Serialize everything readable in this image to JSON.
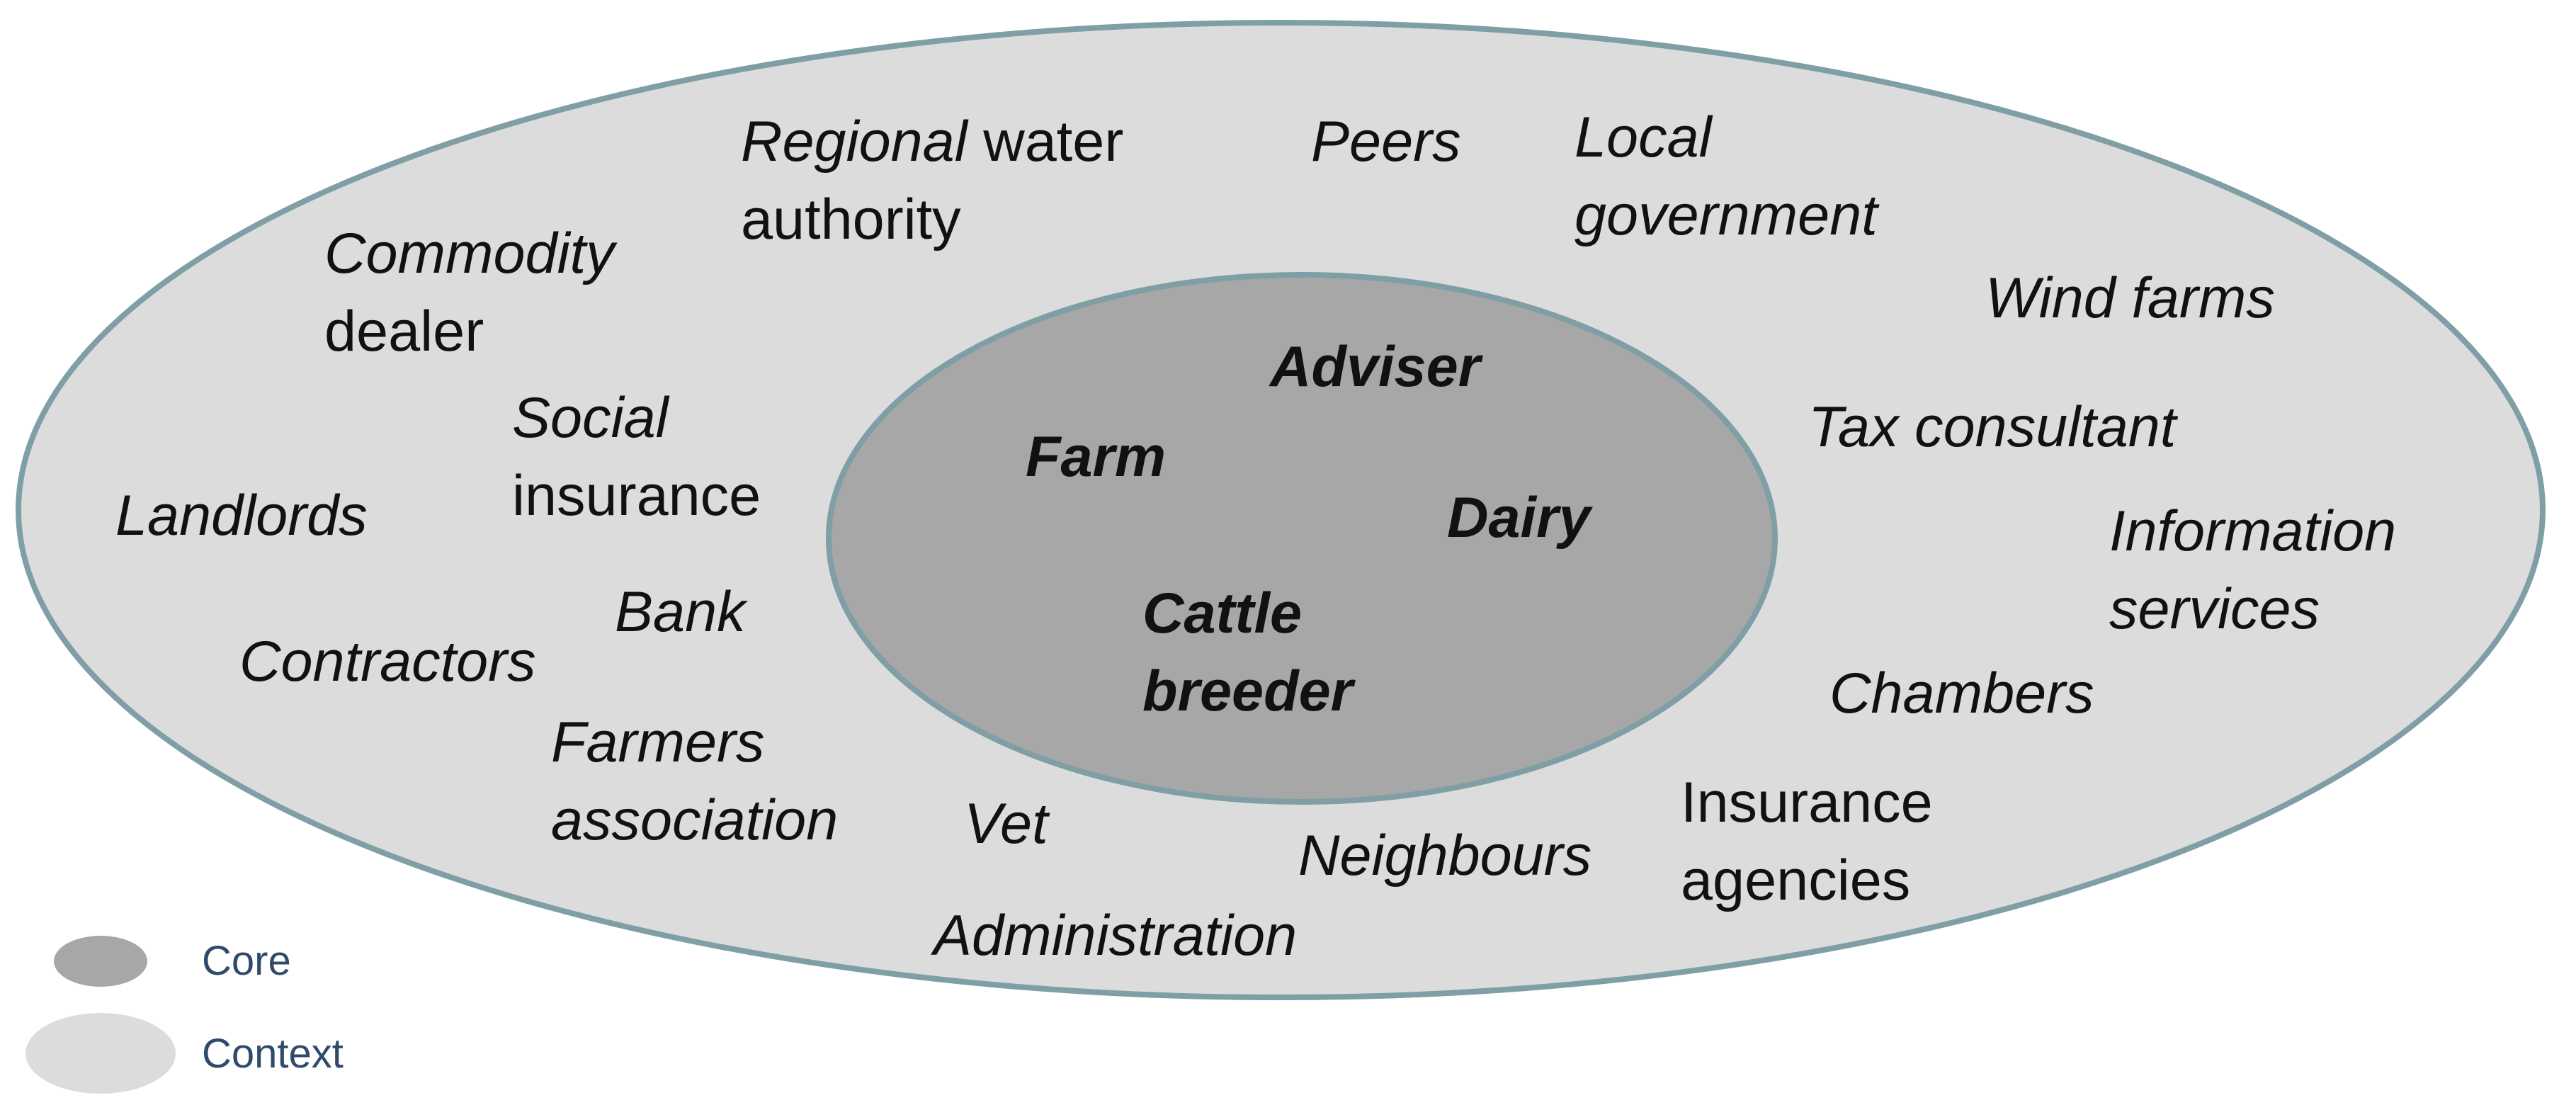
{
  "diagram": {
    "colors": {
      "context_fill": "#dcdcdc",
      "core_fill": "#a7a7a7",
      "ellipse_stroke": "#7f9ea5",
      "text": "#111111",
      "legend_text": "#2f4a6b"
    },
    "core_labels": [
      {
        "lines": [
          "Adviser"
        ]
      },
      {
        "lines": [
          "Farm"
        ]
      },
      {
        "lines": [
          "Dairy"
        ]
      },
      {
        "lines": [
          "Cattle",
          "breeder"
        ]
      }
    ],
    "context_labels": [
      {
        "lines": [
          "Regional water",
          "authority"
        ],
        "italic_prefix": "Regional",
        "roman_suffix": " water"
      },
      {
        "lines": [
          "Peers"
        ]
      },
      {
        "lines": [
          "Local",
          "government"
        ]
      },
      {
        "lines": [
          "Commodity",
          "dealer"
        ]
      },
      {
        "lines": [
          "Wind farms"
        ]
      },
      {
        "lines": [
          "Social",
          "insurance"
        ]
      },
      {
        "lines": [
          "Tax consultant"
        ]
      },
      {
        "lines": [
          "Landlords"
        ]
      },
      {
        "lines": [
          "Information",
          "services"
        ]
      },
      {
        "lines": [
          "Bank"
        ]
      },
      {
        "lines": [
          "Contractors"
        ]
      },
      {
        "lines": [
          "Chambers"
        ]
      },
      {
        "lines": [
          "Farmers",
          "association"
        ]
      },
      {
        "lines": [
          "Vet"
        ]
      },
      {
        "lines": [
          "Insurance",
          "agencies"
        ]
      },
      {
        "lines": [
          "Neighbours"
        ]
      },
      {
        "lines": [
          "Administration"
        ]
      }
    ],
    "legend": [
      {
        "label": "Core",
        "color": "#a7a7a7"
      },
      {
        "label": "Context",
        "color": "#dcdcdc"
      }
    ]
  }
}
